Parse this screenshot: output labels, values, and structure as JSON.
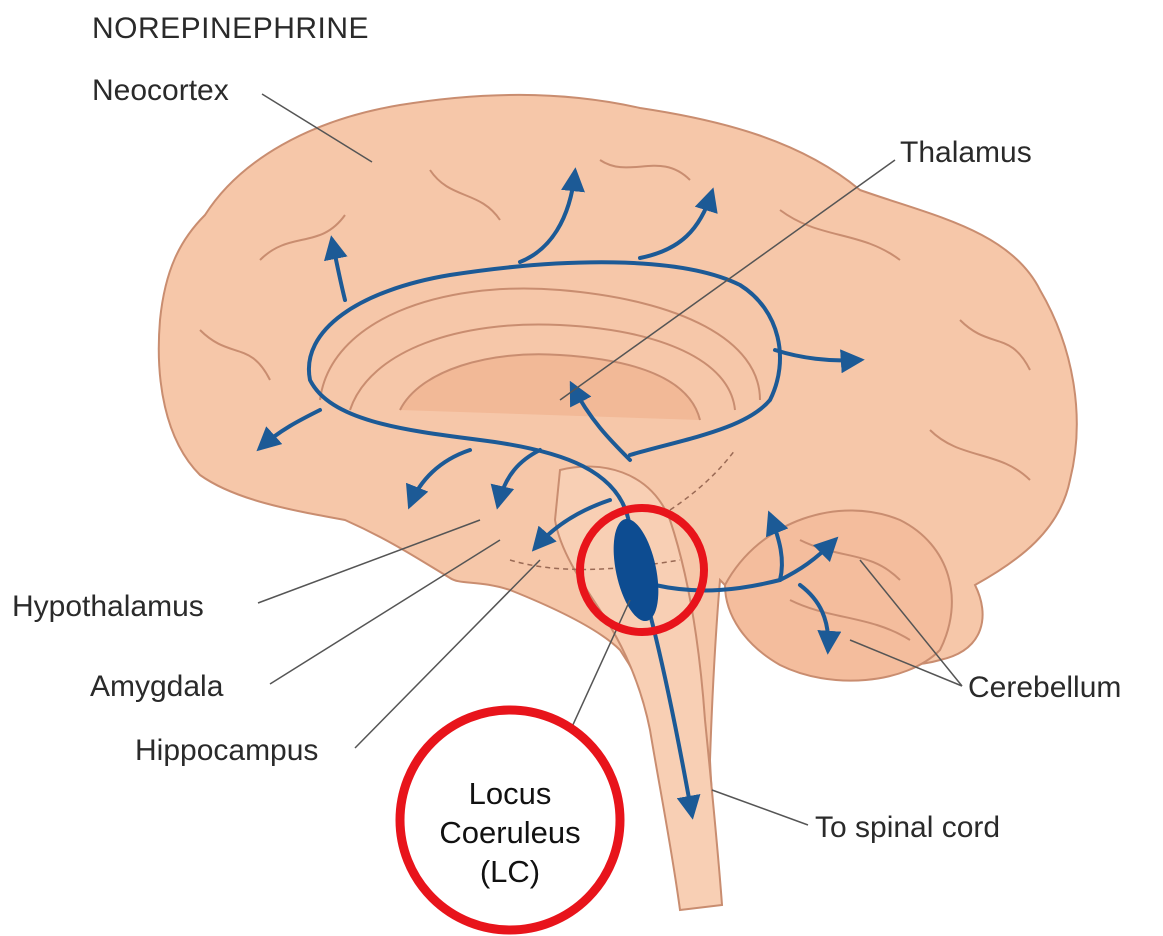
{
  "title": "NOREPINEPHRINE",
  "labels": {
    "neocortex": "Neocortex",
    "thalamus": "Thalamus",
    "hypothalamus": "Hypothalamus",
    "amygdala": "Amygdala",
    "hippocampus": "Hippocampus",
    "cerebellum": "Cerebellum",
    "spinal_cord": "To spinal cord"
  },
  "callout": {
    "line1": "Locus",
    "line2": "Coeruleus",
    "line3": "(LC)"
  },
  "colors": {
    "brain_fill": "#f6c7a9",
    "brain_stroke": "#c98d70",
    "pathway": "#1c5a96",
    "nucleus": "#0d4c91",
    "highlight": "#e8141b",
    "leader_line": "#555555"
  }
}
